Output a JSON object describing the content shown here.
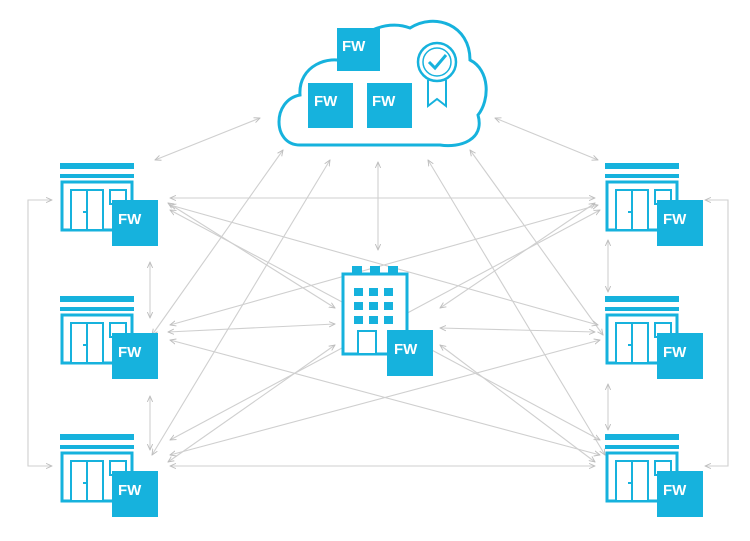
{
  "colors": {
    "accent": "#16b2dd",
    "arrow": "#c8c8c8",
    "background": "#ffffff"
  },
  "icons": {
    "cloud": "cloud-icon",
    "certificate": "certificate-badge-icon",
    "store": "store-icon",
    "headquarters": "headquarters-building-icon"
  },
  "cloud": {
    "fw_labels": [
      "FW",
      "FW",
      "FW"
    ]
  },
  "hq": {
    "fw_label": "FW"
  },
  "branches": [
    {
      "id": "left-top",
      "fw_label": "FW"
    },
    {
      "id": "left-middle",
      "fw_label": "FW"
    },
    {
      "id": "left-bottom",
      "fw_label": "FW"
    },
    {
      "id": "right-top",
      "fw_label": "FW"
    },
    {
      "id": "right-middle",
      "fw_label": "FW"
    },
    {
      "id": "right-bottom",
      "fw_label": "FW"
    }
  ]
}
